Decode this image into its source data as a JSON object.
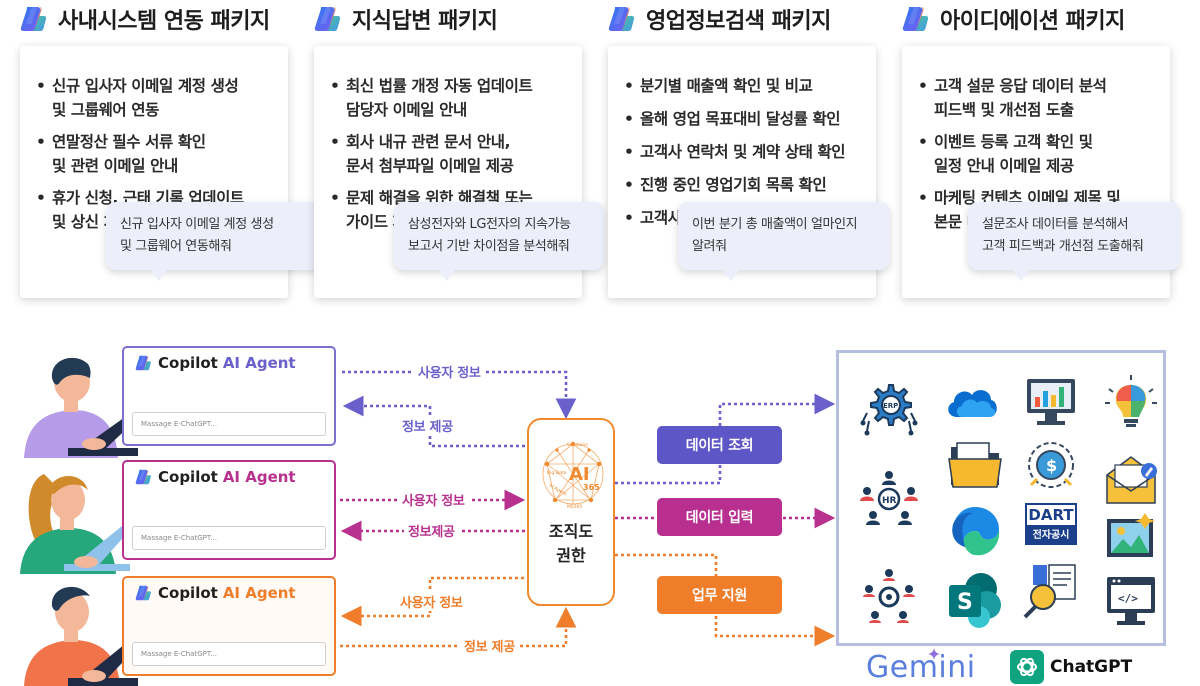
{
  "packages": [
    {
      "title": "사내시스템 연동 패키지",
      "items": [
        "신규 입사자 이메일 계정 생성\n및 그룹웨어 연동",
        "연말정산 필수 서류 확인\n및 관련 이메일 안내",
        "휴가 신청, 근태 기록 업데이트\n및 상신 처리"
      ],
      "bubble": "신규 입사자 이메일 계정 생성\n및 그룹웨어 연동해줘"
    },
    {
      "title": "지식답변 패키지",
      "items": [
        "최신 법률 개정 자동 업데이트\n담당자 이메일 안내",
        "회사 내규 관련 문서 안내,\n문서 첨부파일 이메일 제공",
        "문제 해결을 위한 해결책 또는\n가이드 제공"
      ],
      "bubble": "삼성전자와 LG전자의 지속가능\n보고서 기반 차이점을 분석해줘"
    },
    {
      "title": "영업정보검색 패키지",
      "items": [
        "분기별 매출액 확인 및 비교",
        "올해 영업 목표대비 달성률 확인",
        "고객사 연락처 및 계약 상태 확인",
        "진행 중인 영업기회 목록 확인",
        "고객사 미팅 일정 확인"
      ],
      "bubble": "이번 분기 총 매출액이 얼마인지\n알려줘"
    },
    {
      "title": "아이디에이션 패키지",
      "items": [
        "고객 설문 응답 데이터 분석\n피드백 및 개선점 도출",
        "이벤트 등록 고객 확인 및\n일정 안내 이메일 제공",
        "마케팅 컨텐츠 이메일 제목 및\n본문 내용 생성"
      ],
      "bubble": "설문조사 데이터를 분석해서\n고객 피드백과 개선점 도출해줘"
    }
  ],
  "agents": [
    {
      "copilot": "Copilot",
      "agent": "AI Agent",
      "placeholder": "Massage E-ChatGPT...",
      "request": "사용자 정보",
      "response": "정보 제공",
      "color": "#7065cf"
    },
    {
      "copilot": "Copilot",
      "agent": "AI Agent",
      "placeholder": "Massage E-ChatGPT...",
      "request": "사용자 정보",
      "response": "정보제공",
      "color": "#b8318f"
    },
    {
      "copilot": "Copilot",
      "agent": "AI Agent",
      "placeholder": "Massage E-ChatGPT...",
      "request": "사용자 정보",
      "response": "정보 제공",
      "color": "#ef7d2a"
    }
  ],
  "center": {
    "label": "조직도\n권한",
    "badge": "AI",
    "badge_sub": "365",
    "tags": [
      "Big Data",
      "AI Agent",
      "Solutions",
      "MS365"
    ]
  },
  "actions": [
    {
      "label": "데이터 조회",
      "color": "#5d56c6"
    },
    {
      "label": "데이터 입력",
      "color": "#b92f8f"
    },
    {
      "label": "업무 지원",
      "color": "#ef7d2a"
    }
  ],
  "services": {
    "erp": "ERP",
    "hr": "HR",
    "dart_top": "DART",
    "dart_bottom": "전자공시",
    "sharepoint": "S",
    "code": "</>"
  },
  "brands": {
    "gemini": "Gemini",
    "chatgpt": "ChatGPT"
  }
}
